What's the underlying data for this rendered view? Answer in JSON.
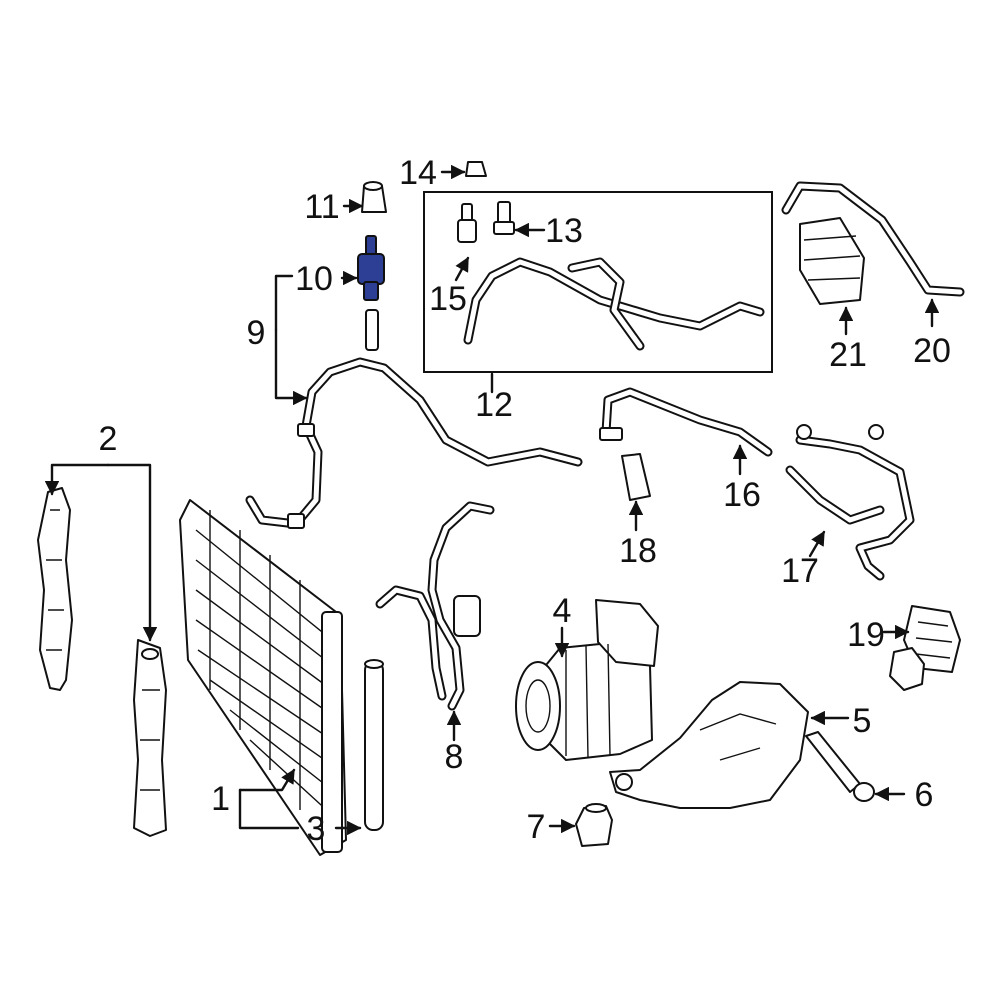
{
  "diagram": {
    "callouts": [
      "1",
      "2",
      "3",
      "4",
      "5",
      "6",
      "7",
      "8",
      "9",
      "10",
      "11",
      "12",
      "13",
      "14",
      "15",
      "16",
      "17",
      "18",
      "19",
      "20",
      "21"
    ],
    "highlight_color": "#2c3f95",
    "highlighted_part": "10"
  }
}
